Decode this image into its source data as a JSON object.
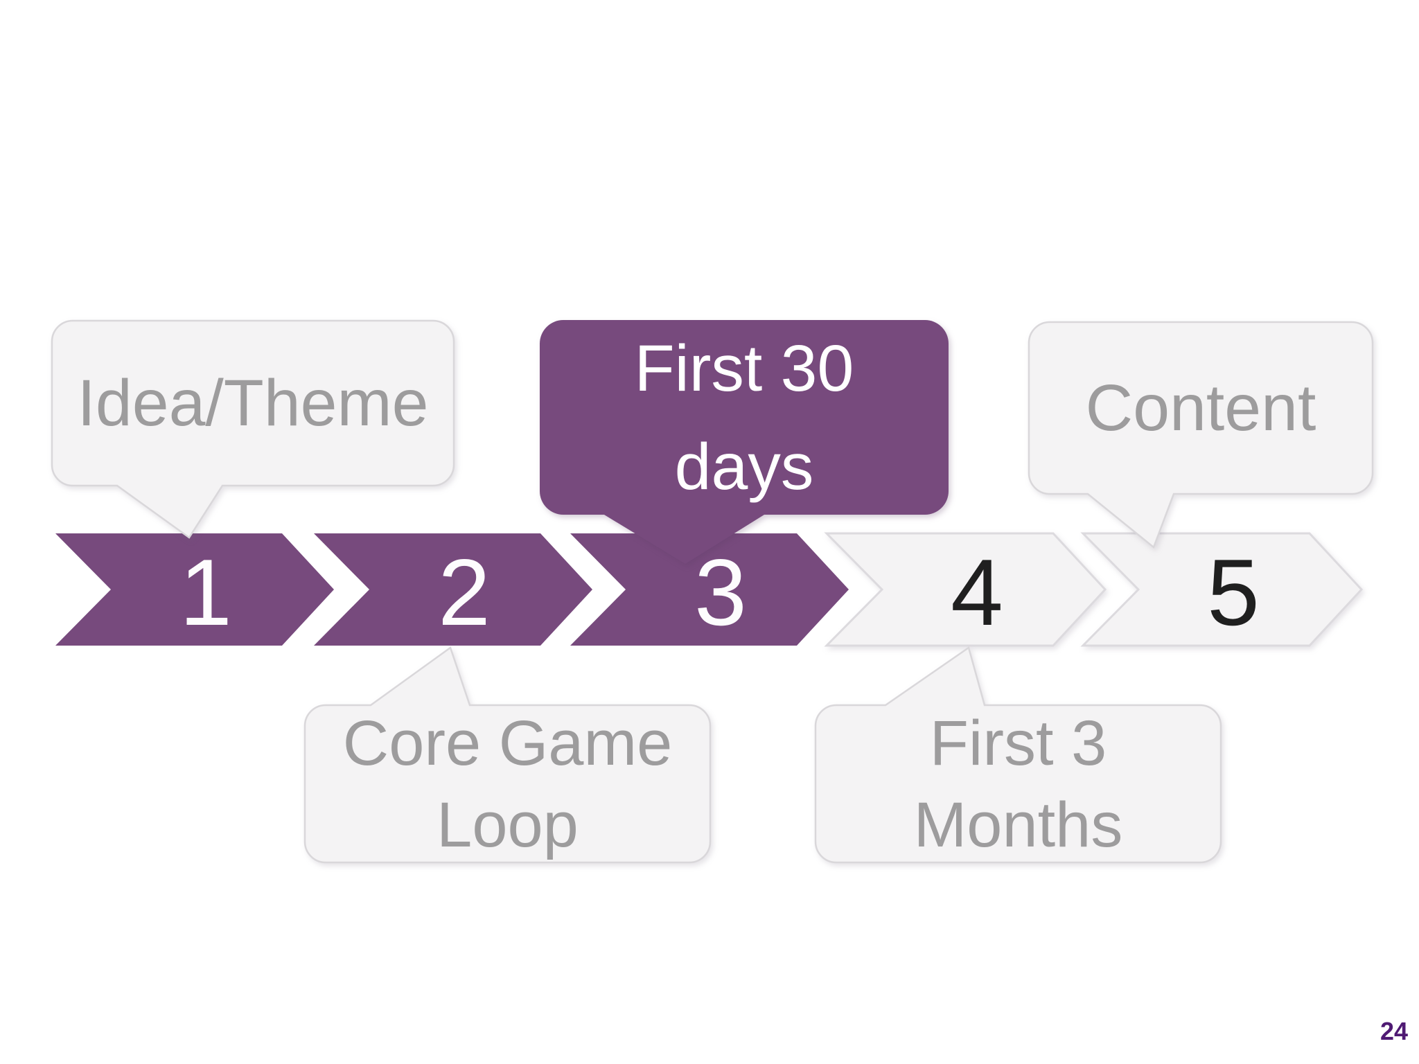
{
  "slide": {
    "background": "#ffffff",
    "page_number": "24",
    "colors": {
      "accent_purple": "#774a7d",
      "page_number_purple": "#4f1a73",
      "gray_fill": "#f4f3f4",
      "gray_border": "#d9d7da",
      "gray_text": "#9d9c9d",
      "number_black": "#1f1f1f",
      "number_white": "#ffffff"
    }
  },
  "process": {
    "steps": [
      {
        "number": "1",
        "state": "purple",
        "callout": "Idea/Theme",
        "callout_position": "top"
      },
      {
        "number": "2",
        "state": "purple",
        "callout": "Core Game Loop",
        "callout_position": "bottom"
      },
      {
        "number": "3",
        "state": "purple-highlighted",
        "callout": "First 30 days",
        "callout_position": "top"
      },
      {
        "number": "4",
        "state": "gray",
        "callout": "First 3 Months",
        "callout_position": "bottom"
      },
      {
        "number": "5",
        "state": "gray",
        "callout": "Content",
        "callout_position": "top"
      }
    ]
  },
  "callouts": {
    "idea_theme": {
      "text": "Idea/Theme"
    },
    "first_30_days": {
      "line1": "First 30",
      "line2": "days"
    },
    "content": {
      "text": "Content"
    },
    "core_game_loop": {
      "line1": "Core Game",
      "line2": "Loop"
    },
    "first_3_months": {
      "line1": "First 3",
      "line2": "Months"
    }
  }
}
